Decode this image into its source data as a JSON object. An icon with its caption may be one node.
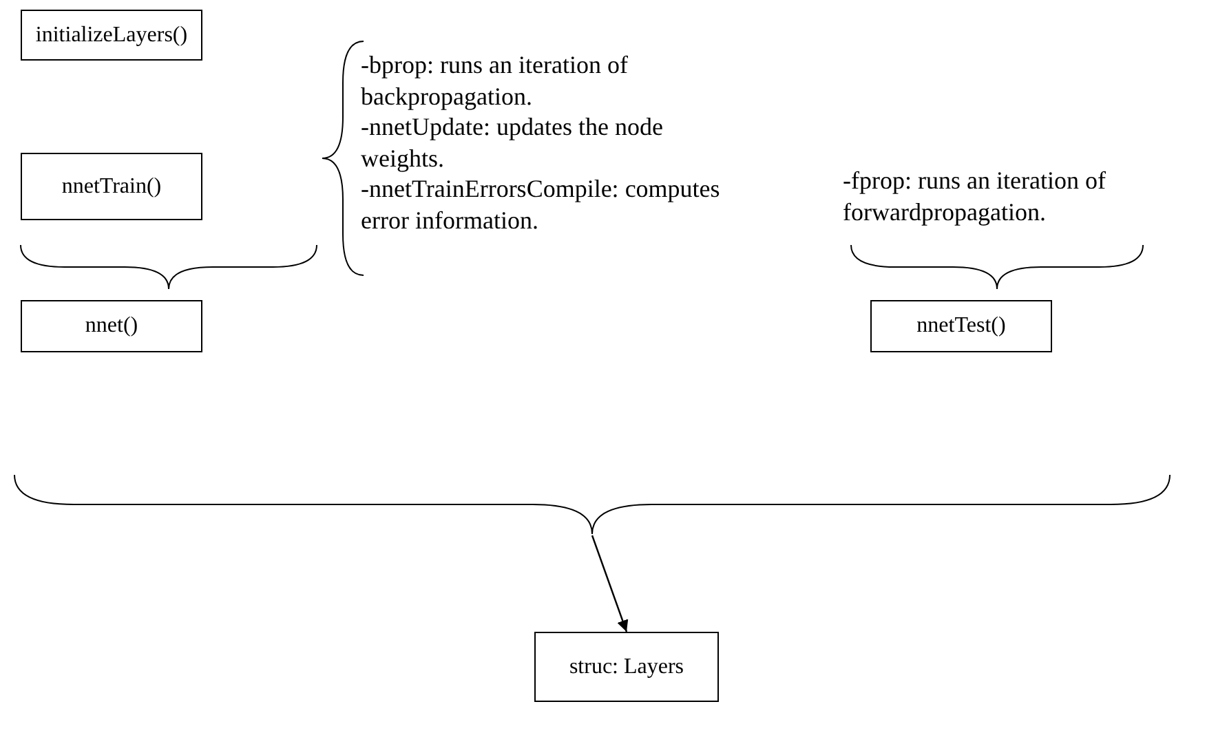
{
  "diagram": {
    "nodes": [
      {
        "text": [
          "initializeLayers()"
        ]
      },
      {
        "text": [
          "nnetTrain()"
        ]
      },
      {
        "text": [
          "nnet()"
        ]
      },
      {
        "text": [
          "nnetTest()"
        ]
      },
      {
        "text": [],
        "shape": "brace"
      },
      {
        "text": [
          "struc: Layers"
        ]
      }
    ],
    "edges": [
      {
        "from": 4,
        "to": 5,
        "arrow": "to"
      }
    ],
    "labels": [
      "-bprop: runs an iteration of backpropagation.",
      "-nnetUpdate: updates the node weights.",
      "-nnetTrainErrorsCompile: computes error information.",
      "-fprop: runs an iteration of forwardpropagation."
    ]
  }
}
